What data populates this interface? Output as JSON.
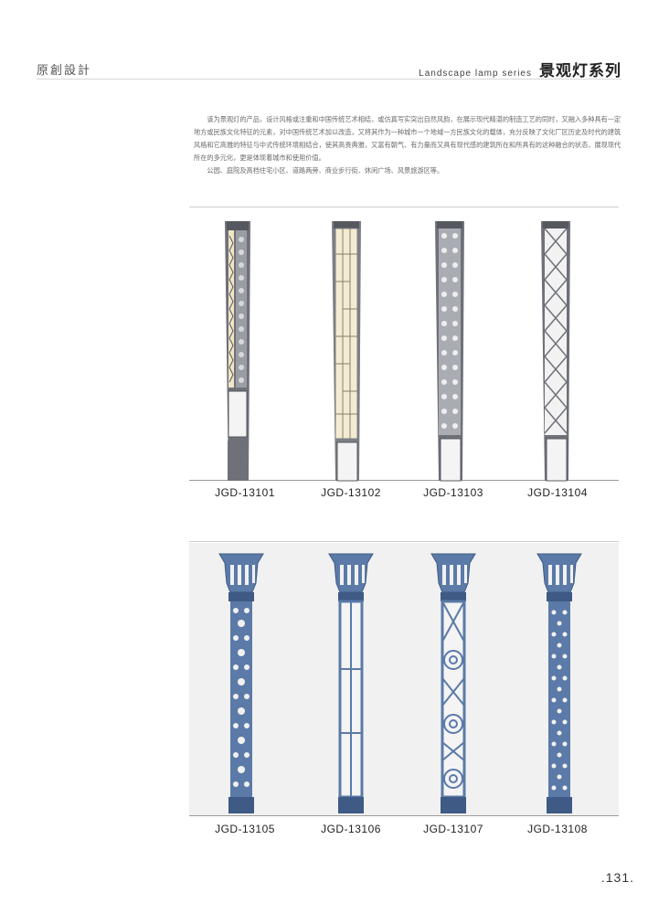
{
  "header": {
    "left_title": "原創設計",
    "series_en": "Landscape lamp series",
    "series_cn": "景观灯系列"
  },
  "intro": {
    "paragraphs": [
      "该为景观灯的产品，设计风格或注重和中国传统艺术相结，或仿真写实突出自然风韵，在展示现代精湛的制造工艺的同时，又融入多种具有一定地方或民族文化特征的元素，对中国传统艺术加以改造，又将其作为一种城市一个地域一方民族文化的载体，充分反映了文化厂区历史及时代的建筑风格和它高雅的特征与中式传统环境相结合，使其高贵典雅，又富有朝气、有力量而又具有现代感的建筑所在和所具有的这种融合的状态，展现现代所在的多元化，更是体现着城市和使用价值。",
      "公园、庭院及高档住宅小区、道路两旁、商业步行街、休闲广场、风景旅游区等。"
    ]
  },
  "row1": {
    "models": [
      "JGD-13101",
      "JGD-13102",
      "JGD-13103",
      "JGD-13104"
    ]
  },
  "row2": {
    "models": [
      "JGD-13105",
      "JGD-13106",
      "JGD-13107",
      "JGD-13108"
    ]
  },
  "footer": {
    "page_number": ".131."
  },
  "colors": {
    "gray_lamp": "#7c7f86",
    "gray_lamp_dark": "#55585e",
    "warm_panel": "#f3ecd2",
    "blue_lamp": "#5b7aa8",
    "blue_lamp_dark": "#3e5a85",
    "panel_white": "#f4f4f4"
  }
}
